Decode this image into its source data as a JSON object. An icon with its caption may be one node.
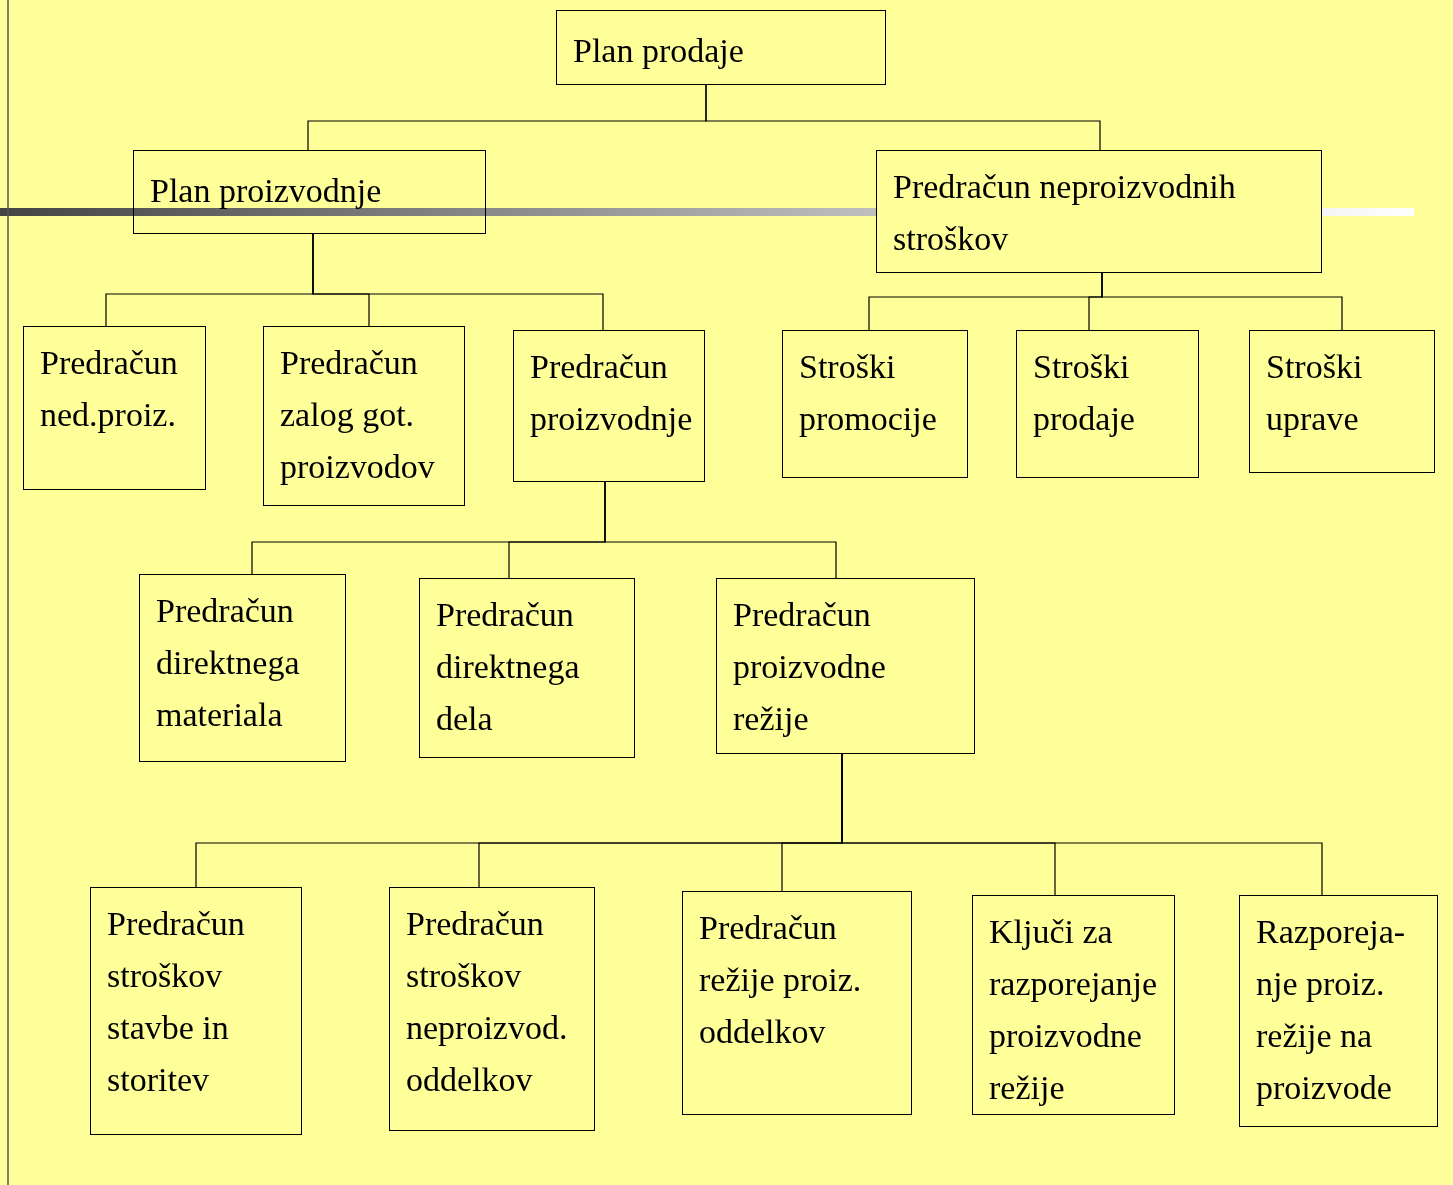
{
  "diagram": {
    "nodes": [
      {
        "text": [
          "Plan prodaje"
        ]
      },
      {
        "text": [
          "Plan proizvodnje"
        ]
      },
      {
        "text": [
          "Predračun neproizvodnih stroškov"
        ]
      },
      {
        "text": [
          "Predračun ned.proiz."
        ]
      },
      {
        "text": [
          "Predračun zalog got. proizvodov"
        ]
      },
      {
        "text": [
          "Predračun proizvodnje"
        ]
      },
      {
        "text": [
          "Stroški promocije"
        ]
      },
      {
        "text": [
          "Stroški prodaje"
        ]
      },
      {
        "text": [
          "Stroški uprave"
        ]
      },
      {
        "text": [
          "Predračun direktnega materiala"
        ]
      },
      {
        "text": [
          "Predračun direktnega dela"
        ]
      },
      {
        "text": [
          "Predračun proizvodne režije"
        ]
      },
      {
        "text": [
          "Predračun stroškov stavbe in storitev"
        ]
      },
      {
        "text": [
          "Predračun stroškov neproizvod. oddelkov"
        ]
      },
      {
        "text": [
          "Predračun režije proiz. oddelkov"
        ]
      },
      {
        "text": [
          "Ključi za razporejanje proizvodne režije"
        ]
      },
      {
        "text": [
          "Razporeja- nje proiz. režije na proizvode"
        ]
      }
    ],
    "edges": [
      {
        "from": 0,
        "to": 1,
        "arrow": "none"
      },
      {
        "from": 0,
        "to": 2,
        "arrow": "none"
      },
      {
        "from": 1,
        "to": 3,
        "arrow": "none"
      },
      {
        "from": 1,
        "to": 4,
        "arrow": "none"
      },
      {
        "from": 1,
        "to": 5,
        "arrow": "none"
      },
      {
        "from": 2,
        "to": 6,
        "arrow": "none"
      },
      {
        "from": 2,
        "to": 7,
        "arrow": "none"
      },
      {
        "from": 2,
        "to": 8,
        "arrow": "none"
      },
      {
        "from": 5,
        "to": 9,
        "arrow": "none"
      },
      {
        "from": 5,
        "to": 10,
        "arrow": "none"
      },
      {
        "from": 5,
        "to": 11,
        "arrow": "none"
      },
      {
        "from": 11,
        "to": 12,
        "arrow": "none"
      },
      {
        "from": 11,
        "to": 13,
        "arrow": "none"
      },
      {
        "from": 11,
        "to": 14,
        "arrow": "none"
      },
      {
        "from": 11,
        "to": 15,
        "arrow": "none"
      },
      {
        "from": 11,
        "to": 16,
        "arrow": "none"
      }
    ]
  }
}
